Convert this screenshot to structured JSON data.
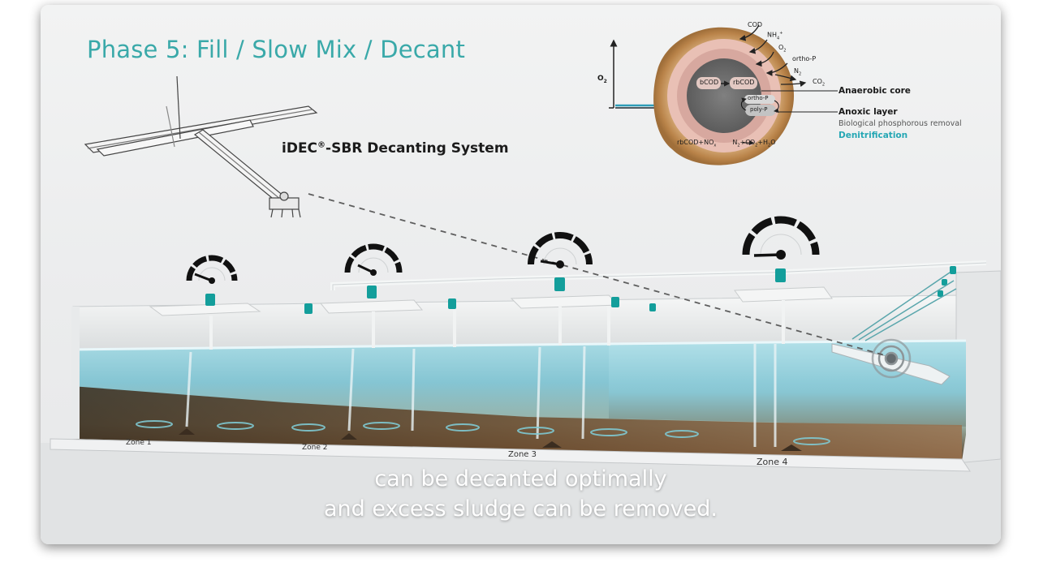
{
  "colors": {
    "teal": "#3aa9a9",
    "pump": "#139e9b",
    "water": "#8fcbd7",
    "sludge": "#5c4128",
    "floc": "#c2955b",
    "denitrification": "#25a7b4"
  },
  "title": "Phase 5:  Fill / Slow Mix / Decant",
  "system": {
    "name": "iDEC",
    "mark": "®",
    "suffix": "-SBR Decanting System"
  },
  "floc": {
    "axis_label": "O",
    "axis_sub": "2",
    "inputs": {
      "cod": "COD",
      "nh4": "NH",
      "nh4_sub": "4",
      "nh4_sup": "+",
      "o2": "O",
      "o2_sub": "2",
      "orthop": "ortho-P",
      "n2": "N",
      "n2_sub": "2",
      "co2": "CO",
      "co2_sub": "2"
    },
    "core": {
      "bcod": "bCOD",
      "rbcod": "rbCOD",
      "orthop": "ortho-P",
      "polyp": "poly-P",
      "r1": "rbCOD+NO",
      "r2": "N",
      "r3": "+CO",
      "r4": "+H",
      "r5": "O",
      "sub_x": "x",
      "sub_2": "2"
    },
    "labels": {
      "anaerobic": "Anaerobic core",
      "anoxic": "Anoxic layer",
      "bio_p": "Biological phosphorous removal",
      "denit": "Denitrification"
    }
  },
  "zones": [
    "Zone 1",
    "Zone 2",
    "Zone 3",
    "Zone 4"
  ],
  "caption": {
    "line1": "can be decanted optimally",
    "line2": "and excess sludge can be removed."
  }
}
